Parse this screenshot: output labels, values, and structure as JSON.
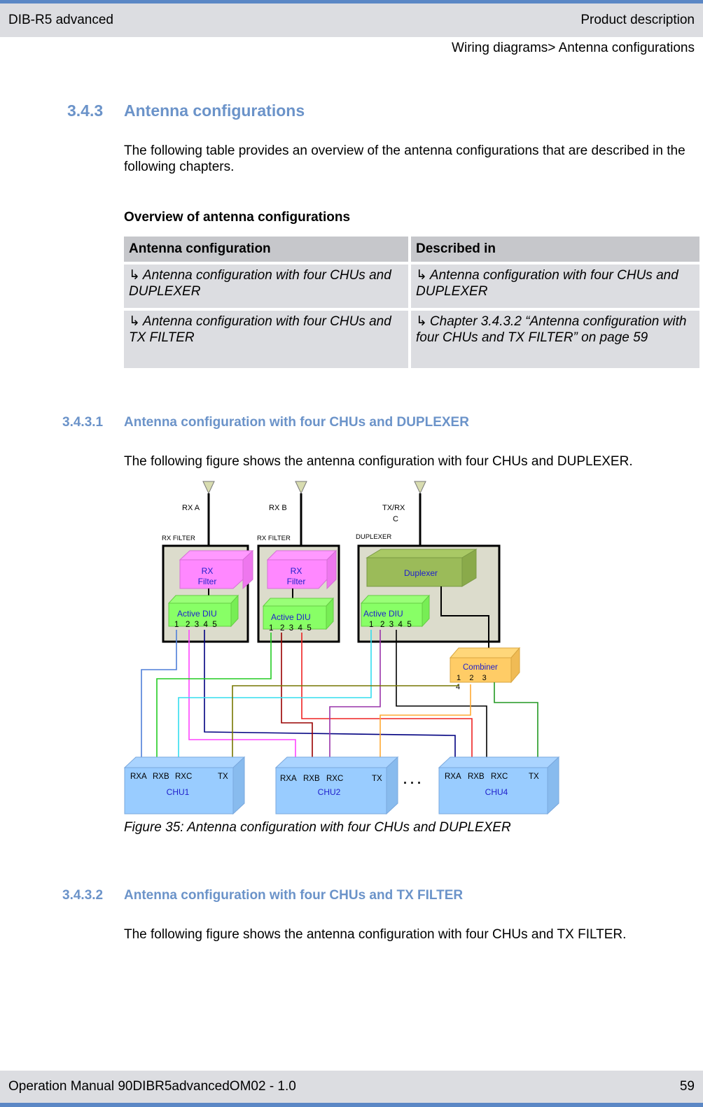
{
  "header": {
    "left": "DIB-R5 advanced",
    "right": "Product description",
    "breadcrumb": "Wiring diagrams> Antenna configurations"
  },
  "section": {
    "number": "3.4.3",
    "title": "Antenna configurations",
    "intro": "The following table provides an overview of the antenna configurations that are described in the following chapters."
  },
  "table": {
    "title": "Overview of antenna configurations",
    "headers": [
      "Antenna configuration",
      "Described in"
    ],
    "rows": [
      {
        "config": "Antenna configuration with four CHUs and DUPLEXER",
        "described": "Antenna configuration with four CHUs and DUPLEXER"
      },
      {
        "config": "Antenna configuration with four CHUs and TX FILTER",
        "described": "Chapter 3.4.3.2 “Antenna configuration with four CHUs and TX FILTER” on page 59"
      }
    ]
  },
  "sub1": {
    "number": "3.4.3.1",
    "title": "Antenna configuration with four CHUs and DUPLEXER",
    "text": "The following figure shows the antenna configuration with four CHUs and DUPLEXER."
  },
  "figure": {
    "antenna_labels": [
      "RX A",
      "RX B",
      "TX/RX",
      "C"
    ],
    "box_labels": [
      "RX FILTER",
      "RX FILTER",
      "DUPLEXER"
    ],
    "rx_filter_line1": "RX",
    "rx_filter_line2": "Filter",
    "duplexer": "Duplexer",
    "active_diu": "Active DIU",
    "diu_ports": "1   2  3  4  5",
    "combiner": "Combiner",
    "combiner_ports": "1    2    3",
    "combiner_port4": "4",
    "chu_ports": [
      "RXA",
      "RXB",
      "RXC",
      "TX"
    ],
    "chu_names": [
      "CHU1",
      "CHU2",
      "CHU4"
    ],
    "ellipsis": ". . .",
    "caption": "Figure 35: Antenna configuration with four CHUs and DUPLEXER"
  },
  "sub2": {
    "number": "3.4.3.2",
    "title": "Antenna configuration with four CHUs and TX FILTER",
    "text": "The following figure shows the antenna configuration with four CHUs and TX FILTER."
  },
  "footer": {
    "left": "Operation Manual 90DIBR5advancedOM02 - 1.0",
    "page": "59"
  },
  "colors": {
    "accent": "#5b87c5",
    "heading": "#6b93c9",
    "rx_filter": "#ff88ff",
    "active_diu": "#88ff66",
    "duplexer": "#9bbb59",
    "combiner": "#ffcc66",
    "chu": "#99ccff",
    "panel": "#dcdccc"
  }
}
